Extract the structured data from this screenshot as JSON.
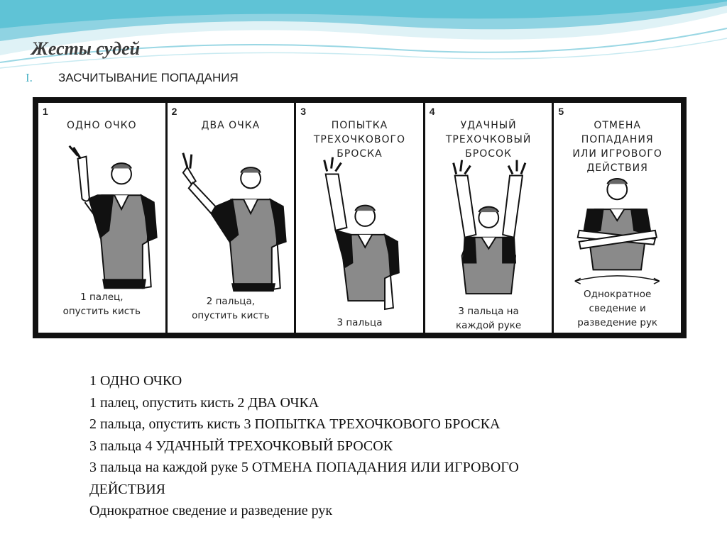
{
  "slide": {
    "title": "Жесты судей",
    "bullet_marker": "I.",
    "bullet_text": "ЗАСЧИТЫВАНИЕ ПОПАДАНИЯ"
  },
  "panels": [
    {
      "number": "1",
      "title": "ОДНО ОЧКО",
      "caption": "1 палец,\nопустить кисть"
    },
    {
      "number": "2",
      "title": "ДВА ОЧКА",
      "caption": "2 пальца,\nопустить кисть"
    },
    {
      "number": "3",
      "title": "ПОПЫТКА\nТРЕХОЧКОВОГО\nБРОСКА",
      "caption": "3 пальца"
    },
    {
      "number": "4",
      "title": "УДАЧНЫЙ\nТРЕХОЧКОВЫЙ\nБРОСОК",
      "caption": "3 пальца на\nкаждой руке"
    },
    {
      "number": "5",
      "title": "ОТМЕНА\nПОПАДАНИЯ\nИЛИ ИГРОВОГО\nДЕЙСТВИЯ",
      "caption": "Однократное\nсведение и\nразведение рук"
    }
  ],
  "text_lines": [
    "1 ОДНО ОЧКО",
    "1 палец, опустить кисть 2 ДВА ОЧКА",
    "2 пальца, опустить кисть 3 ПОПЫТКА ТРЕХОЧКОВОГО БРОСКА",
    "3 пальца 4 УДАЧНЫЙ ТРЕХОЧКОВЫЙ БРОСОК",
    "3 пальца на каждой руке 5 ОТМЕНА ПОПАДАНИЯ ИЛИ ИГРОВОГО",
    "ДЕЙСТВИЯ",
    "Однократное сведение и разведение рук"
  ],
  "colors": {
    "wave_teal": "#5fc3d6",
    "wave_light": "#bfe6ef",
    "bullet": "#4fb3c7"
  }
}
